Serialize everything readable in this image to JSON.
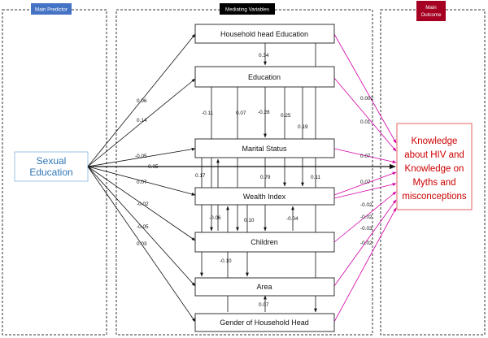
{
  "headers": {
    "predictor": "Main Predictor",
    "mediating": "Mediating Variables",
    "outcome_line1": "Main",
    "outcome_line2": "Outcome"
  },
  "colors": {
    "predictor_header": "#4472c4",
    "mediating_header": "#000000",
    "outcome_header": "#a50021",
    "predictor_text": "#2f75b5",
    "outcome_text": "#cc0000",
    "outcome_edges": "#d400a8"
  },
  "predictor": {
    "line1": "Sexual",
    "line2": "Education"
  },
  "outcome": {
    "line1": "Knowledge",
    "line2": "about HIV and",
    "line3": "Knowledge on",
    "line4": "Myths and",
    "line5": "misconceptions"
  },
  "nodes": {
    "household_head_education": "Household head Education",
    "education": "Education",
    "marital_status": "Marital Status",
    "wealth_index": "Wealth Index",
    "children": "Children",
    "area": "Area",
    "gender_of_household_head": "Gender of Household Head"
  },
  "coefficients": {
    "pred_to_hhedu": "0.06",
    "pred_to_edu": "0.14",
    "pred_to_marital": "-0.05",
    "pred_to_outcome": "-0.05",
    "pred_to_wealth": "0.07",
    "pred_to_children": "-0.02",
    "pred_to_area": "-0.05",
    "pred_to_gender": "0.03",
    "hhedu_to_edu": "0.34",
    "edu_to_marital": "-0.28",
    "edu_to_wealth_a": "0.25",
    "edu_to_wealth_b": "0.19",
    "hhedu_to_gender": "0.11",
    "edu_to_area": "-0.11",
    "edu_to_children": "0.07",
    "marital_to_area": "0.17",
    "marital_to_children": "0.79",
    "wealth_to_marital": "-0.06",
    "wealth_to_area": "0.10",
    "children_to_wealth": "-0.04",
    "gender_to_wealth": "-0.10",
    "gender_to_area": "0.07",
    "hhedu_to_out": "0.002",
    "edu_to_out": "0.01",
    "marital_to_out": "0.07",
    "wealth_to_out_a": "0.07",
    "wealth_to_out_b": "-0.02",
    "children_to_out": "-0.02",
    "area_to_out": "-0.03",
    "gender_to_out": "-0.02"
  }
}
